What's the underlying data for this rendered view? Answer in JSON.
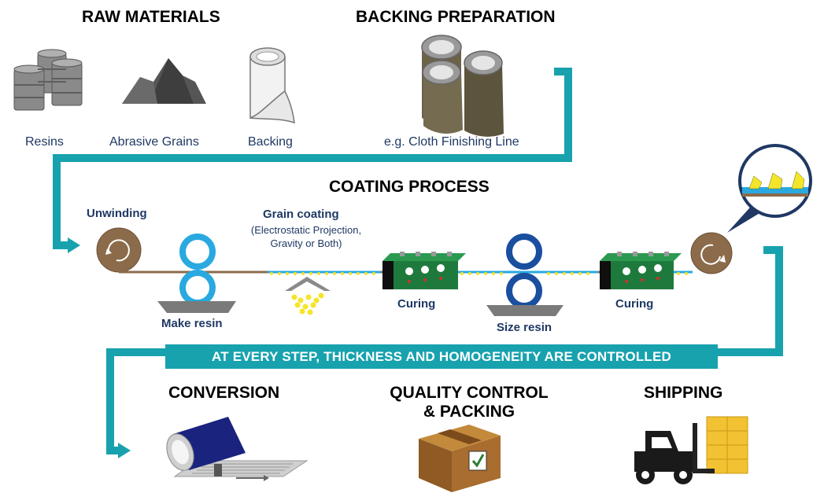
{
  "sections": {
    "raw_materials": "RAW MATERIALS",
    "backing_preparation": "BACKING PREPARATION",
    "coating_process": "COATING PROCESS",
    "conversion": "CONVERSION",
    "quality_control": [
      "QUALITY CONTROL",
      "& PACKING"
    ],
    "shipping": "SHIPPING"
  },
  "raw_items": {
    "resins": "Resins",
    "abrasive_grains": "Abrasive Grains",
    "backing": "Backing",
    "finishing_line": "e.g. Cloth Finishing Line"
  },
  "process": {
    "unwinding": "Unwinding",
    "grain_coating": "Grain coating",
    "grain_coating_note": [
      "(Electrostatic Projection,",
      "Gravity or Both)"
    ],
    "make_resin": "Make resin",
    "curing_1": "Curing",
    "size_resin": "Size resin",
    "curing_2": "Curing"
  },
  "banner": "AT EVERY STEP, THICKNESS AND HOMOGENEITY ARE CONTROLLED",
  "colors": {
    "teal": "#17a2ae",
    "navy_text": "#1f3864",
    "light_blue_roller": "#29a9e0",
    "dark_blue_roller": "#1a4fa0",
    "brown_roll": "#8c6b4a",
    "oven_green": "#1e7a3c",
    "grain_yellow": "#f4e52a"
  }
}
